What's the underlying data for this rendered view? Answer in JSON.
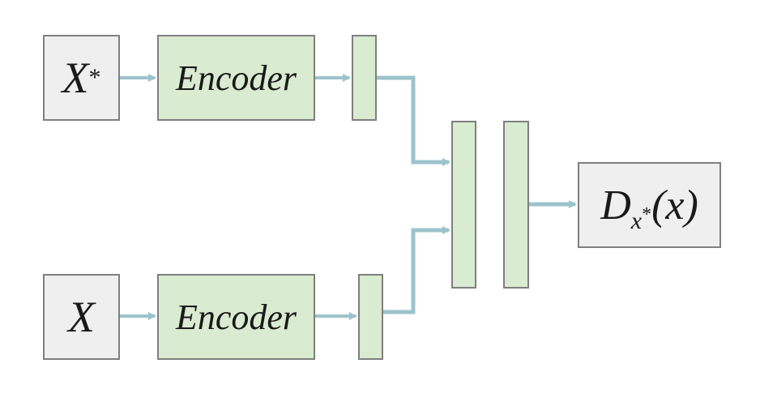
{
  "diagram": {
    "inputs": {
      "top": {
        "base": "X",
        "superscript": "*"
      },
      "bottom": {
        "base": "X"
      }
    },
    "encoders": {
      "top": "Encoder",
      "bottom": "Encoder"
    },
    "output": {
      "base": "D",
      "subscript": "x",
      "subscript_sup": "*",
      "argument": "(x)"
    },
    "colors": {
      "input_fill": "#efefef",
      "encoder_fill": "#d9ebd0",
      "border": "#7f7f7f",
      "arrow": "#9cc3cc"
    }
  }
}
